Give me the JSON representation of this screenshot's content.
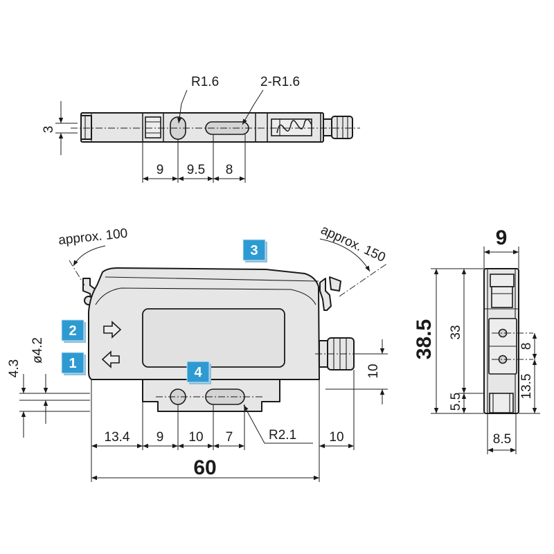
{
  "top_view": {
    "label_r_single": "R1.6",
    "label_r_double": "2-R1.6",
    "dim_height": "3",
    "dim_a": "9",
    "dim_b": "9.5",
    "dim_c": "8"
  },
  "front_view": {
    "approx_left": "approx. 100",
    "approx_right": "approx. 150",
    "dim_4_3": "4.3",
    "dim_dia": "ø4.2",
    "dim_13_4": "13.4",
    "dim_9": "9",
    "dim_10a": "10",
    "dim_7": "7",
    "dim_r21": "R2.1",
    "dim_10b": "10",
    "dim_10_vert": "10",
    "dim_total": "60"
  },
  "side_view": {
    "dim_width": "9",
    "dim_height": "38.5",
    "dim_33": "33",
    "dim_5_5": "5.5",
    "dim_8": "8",
    "dim_13_5": "13.5",
    "dim_8_5": "8.5"
  },
  "badges": {
    "b1": "1",
    "b2": "2",
    "b3": "3",
    "b4": "4"
  },
  "icons": {
    "arrow_right": "outline-arrow-right-icon",
    "arrow_left": "outline-arrow-left-icon"
  },
  "colors": {
    "badge": "#2e9ad2",
    "body": "#e6e6e6"
  }
}
